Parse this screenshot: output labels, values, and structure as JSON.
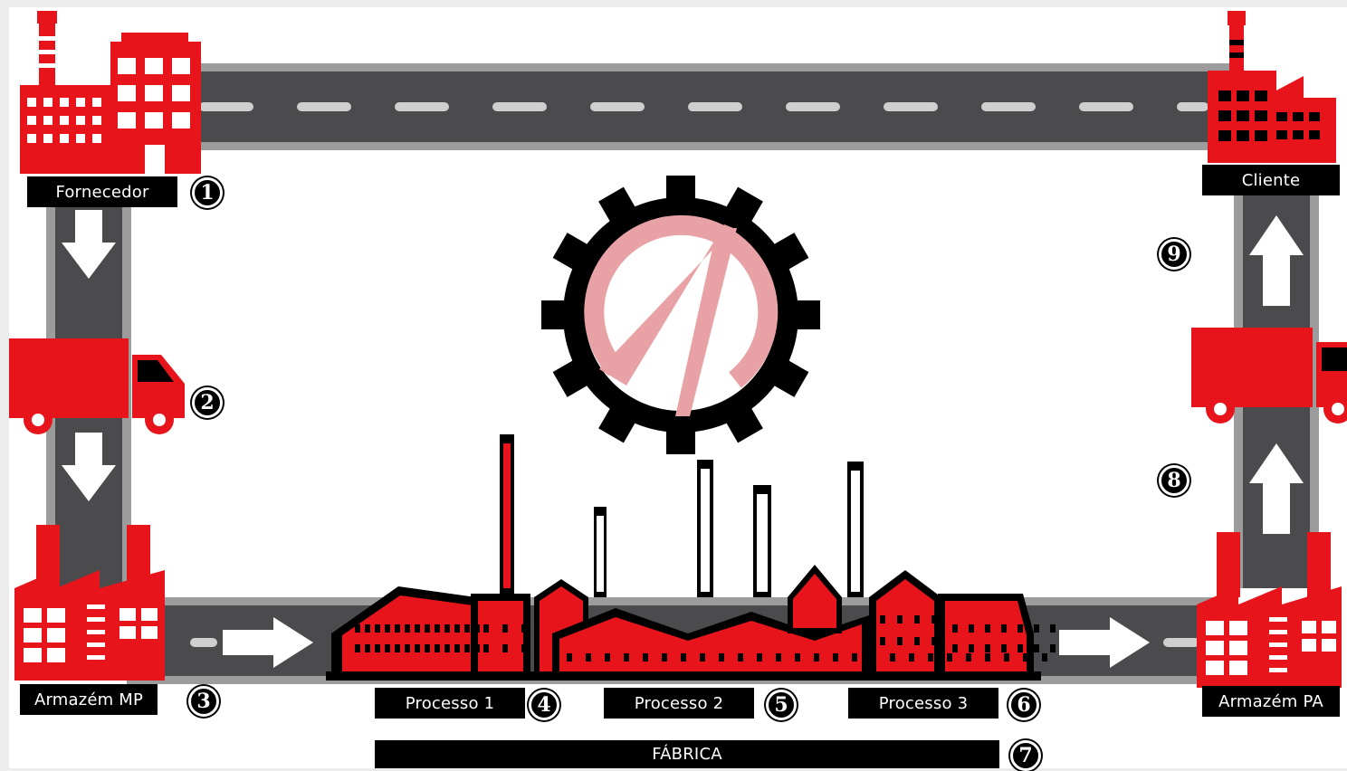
{
  "diagram": {
    "colors": {
      "red": "#e8141c",
      "road": "#4b4b4d",
      "road_edge": "#9c9c9c",
      "marking": "#cfcfcf",
      "ink": "#000000",
      "logo_pink": "#e8a2a6",
      "background": "#ffffff"
    },
    "nodes": {
      "supplier": {
        "label": "Fornecedor",
        "step": "1",
        "icon": "factory-icon"
      },
      "truck_in": {
        "step": "2",
        "icon": "truck-icon"
      },
      "raw_warehouse": {
        "label": "Armazém MP",
        "step": "3",
        "icon": "warehouse-icon"
      },
      "process_1": {
        "label": "Processo 1",
        "step": "4"
      },
      "process_2": {
        "label": "Processo 2",
        "step": "5"
      },
      "process_3": {
        "label": "Processo 3",
        "step": "6"
      },
      "factory": {
        "label": "FÁBRICA",
        "step": "7",
        "icon": "factory-skyline-icon"
      },
      "finished_warehouse": {
        "label": "Armazém PA",
        "step": "8",
        "icon": "warehouse-icon"
      },
      "customer": {
        "label": "Cliente",
        "step": "9",
        "icon": "factory-icon"
      },
      "logo": {
        "icon": "gear-logo-icon"
      }
    }
  }
}
